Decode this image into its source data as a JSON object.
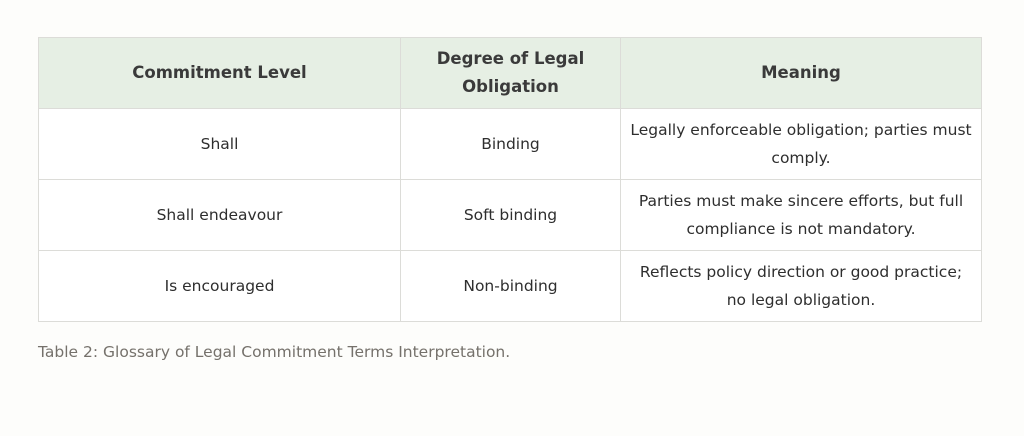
{
  "table": {
    "headers": [
      "Commitment Level",
      "Degree of Legal Obligation",
      "Meaning"
    ],
    "rows": [
      [
        "Shall",
        "Binding",
        "Legally enforceable obligation; parties must comply."
      ],
      [
        "Shall endeavour",
        "Soft binding",
        "Parties must make sincere efforts, but full compliance is not mandatory."
      ],
      [
        "Is encouraged",
        "Non-binding",
        "Reflects policy direction or good practice; no legal obligation."
      ]
    ],
    "header_background": "#e6efe4",
    "border_color": "#dcdcd8"
  },
  "caption": "Table 2: Glossary of Legal Commitment Terms Interpretation."
}
